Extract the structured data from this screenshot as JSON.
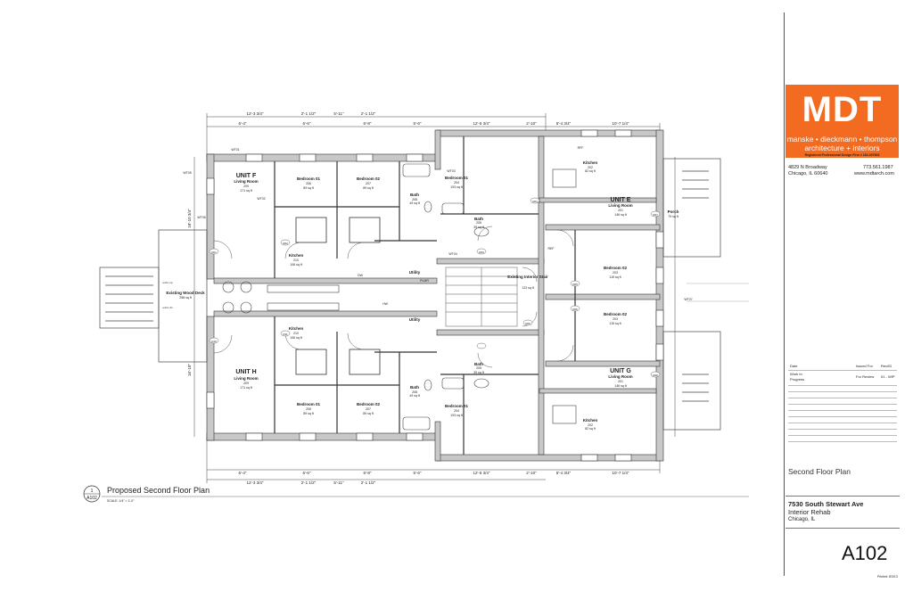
{
  "titleblock": {
    "logo_text": "MDT",
    "logo_line1": "manske • dieckmann • thompson",
    "logo_line2": "architecture + interiors",
    "logo_line3": "Registered Professional Design Firm # 184-007826",
    "office_address": "4829 N Broadway",
    "office_city": "Chicago, IL 60640",
    "office_phone": "773.561.1987",
    "office_web": "www.mdtarch.com",
    "issue_headers": [
      "Date",
      "Issued For",
      "Rev/ID"
    ],
    "issue_rows": [
      {
        "date": "Work In Progress",
        "issued_for": "For Review",
        "rev": "01 - WIP"
      }
    ],
    "sheet_title": "Second Floor Plan",
    "project_address": "7530 South Stewart Ave",
    "project_name": "Interior Rehab",
    "project_city": "Chicago, IL",
    "sheet_number": "A102",
    "printed_note": "Printed: 8/3/13"
  },
  "drawing": {
    "callout_number": "1",
    "callout_sheet": "A102",
    "title": "Proposed Second Floor Plan",
    "scale": "SCALE: 1/4\" = 1'-0\"",
    "dims_top": [
      "12'-3 3/4\"",
      "2'-1 1/2\"",
      "5'-11\"",
      "2'-1 1/2\"",
      "5'-6\"",
      "12'-5 3/4\"",
      "2'-10\"",
      "5'-4 3/4\"",
      "10'-7 1/4\""
    ],
    "dims_top2": [
      "6'-4\"",
      "6'-6\"",
      "6'-8\""
    ],
    "dims_bottom": [
      "6'-4\"",
      "6'-6\"",
      "6'-8\"",
      "5'-6\"",
      "12'-5 3/4\"",
      "2'-10\"",
      "5'-4 3/4\"",
      "10'-7 1/4\""
    ],
    "dims_bottom2": [
      "12'-3 3/4\"",
      "2'-1 1/2\"",
      "5'-11\"",
      "2'-1 1/2\""
    ],
    "dims_left": [
      "18'-10 3/4\"",
      "16'-10\""
    ],
    "rooms": [
      {
        "unit": "UNIT F",
        "name": "Living Room",
        "num": "209",
        "area": "171 sq ft"
      },
      {
        "name": "Bedroom 01",
        "num": "206",
        "area": "89 sq ft"
      },
      {
        "name": "Bedroom 02",
        "num": "207",
        "area": "89 sq ft"
      },
      {
        "name": "Bath",
        "num": "208",
        "area": "49 sq ft"
      },
      {
        "name": "Bedroom 01",
        "num": "204",
        "area": "103 sq ft"
      },
      {
        "name": "Bath",
        "num": "205",
        "area": "39 sq ft"
      },
      {
        "name": "Kitchen",
        "num": "202",
        "area": "82 sq ft"
      },
      {
        "unit": "UNIT E",
        "name": "Living Room",
        "num": "201",
        "area": "146 sq ft"
      },
      {
        "name": "Porch",
        "num": "",
        "area": "79 sq ft"
      },
      {
        "name": "Kitchen",
        "num": "210",
        "area": "106 sq ft"
      },
      {
        "name": "Utility",
        "num": "",
        "area": ""
      },
      {
        "name": "Existing Interior Stair",
        "num": "",
        "area": "123 sq ft"
      },
      {
        "name": "Bedroom 02",
        "num": "203",
        "area": "115 sq ft"
      },
      {
        "name": "Existing Wood Deck",
        "num": "",
        "area": "258 sq ft"
      },
      {
        "name": "Utility",
        "num": "",
        "area": ""
      },
      {
        "name": "Bedroom 02",
        "num": "203",
        "area": "115 sq ft"
      },
      {
        "name": "Kitchen",
        "num": "210",
        "area": "106 sq ft"
      },
      {
        "unit": "UNIT H",
        "name": "Living Room",
        "num": "209",
        "area": "171 sq ft"
      },
      {
        "name": "Bath",
        "num": "205",
        "area": "39 sq ft"
      },
      {
        "unit": "UNIT G",
        "name": "Living Room",
        "num": "201",
        "area": "146 sq ft"
      },
      {
        "name": "Bath",
        "num": "208",
        "area": "49 sq ft"
      },
      {
        "name": "Bedroom 01",
        "num": "206",
        "area": "89 sq ft"
      },
      {
        "name": "Bedroom 02",
        "num": "207",
        "area": "89 sq ft"
      },
      {
        "name": "Bedroom 01",
        "num": "204",
        "area": "103 sq ft"
      },
      {
        "name": "Kitchen",
        "num": "202",
        "area": "82 sq ft"
      }
    ],
    "window_tags": [
      "WT01",
      "WT02",
      "WT03",
      "WT04",
      "WT05",
      "WT06",
      "WT07"
    ],
    "door_tags": [
      "D01",
      "D02",
      "D03",
      "D04",
      "D05",
      "D06",
      "D07",
      "D08",
      "D09",
      "D10",
      "D11"
    ],
    "misc_labels": [
      "RFF",
      "PLMR",
      "HW",
      "DW",
      "REF"
    ],
    "up_label": "exist. up",
    "dn_label": "exist. dn"
  }
}
